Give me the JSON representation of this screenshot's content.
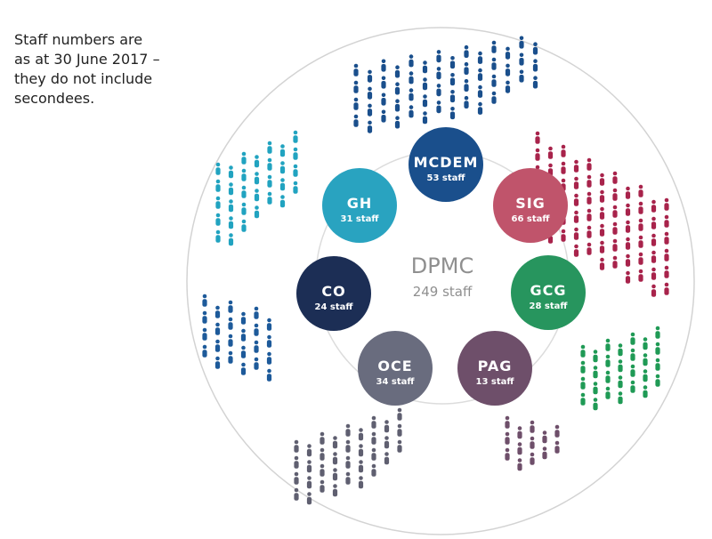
{
  "note": {
    "lines": [
      "Staff numbers are",
      "as at 30 June 2017 –",
      "they do not include",
      "secondees."
    ]
  },
  "department": {
    "name": "DPMC",
    "count_label": "249 staff"
  },
  "units": [
    {
      "id": "mcdem",
      "name": "MCDEM",
      "count_label": "53 staff",
      "count": 53,
      "color": "#1a4f8c",
      "figure_color": "#1a4f8c"
    },
    {
      "id": "sig",
      "name": "SIG",
      "count_label": "66 staff",
      "count": 66,
      "color": "#c0546b",
      "figure_color": "#a8234b"
    },
    {
      "id": "gcg",
      "name": "GCG",
      "count_label": "28 staff",
      "count": 28,
      "color": "#27955e",
      "figure_color": "#1f9a55"
    },
    {
      "id": "pag",
      "name": "PAG",
      "count_label": "13 staff",
      "count": 13,
      "color": "#6e4f6a",
      "figure_color": "#6e4f6a"
    },
    {
      "id": "oce",
      "name": "OCE",
      "count_label": "34 staff",
      "count": 34,
      "color": "#696c7e",
      "figure_color": "#5f5f70"
    },
    {
      "id": "co",
      "name": "CO",
      "count_label": "24 staff",
      "count": 24,
      "color": "#1c2e55",
      "figure_color": "#1d5a9a"
    },
    {
      "id": "gh",
      "name": "GH",
      "count_label": "31 staff",
      "count": 31,
      "color": "#29a3c0",
      "figure_color": "#21a3c0"
    }
  ]
}
